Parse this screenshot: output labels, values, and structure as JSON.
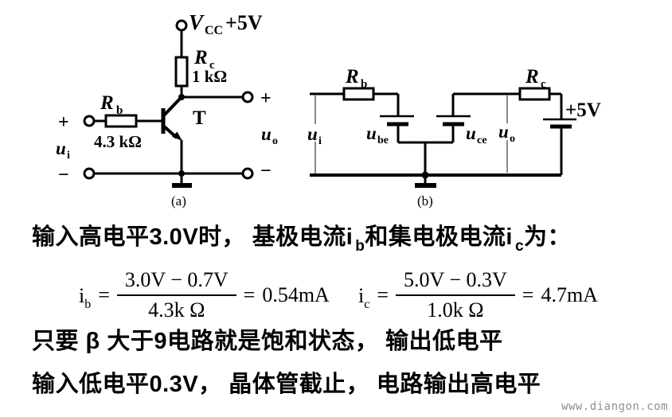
{
  "circuit_a": {
    "vcc_v": "V",
    "vcc_sub": "CC",
    "vcc_supply": "+5V",
    "rc_r": "R",
    "rc_sub": "c",
    "rc_value": "1 kΩ",
    "rb_r": "R",
    "rb_sub": "b",
    "rb_value": "4.3 kΩ",
    "transistor": "T",
    "in_plus": "+",
    "in_minus": "−",
    "ui_u": "u",
    "ui_sub": "i",
    "out_plus": "+",
    "out_minus": "−",
    "uo_u": "u",
    "uo_sub": "o",
    "caption": "(a)"
  },
  "circuit_b": {
    "rb_r": "R",
    "rb_sub": "b",
    "rc_r": "R",
    "rc_sub": "c",
    "supply": "+5V",
    "ui_u": "u",
    "ui_sub": "i",
    "ube_u": "u",
    "ube_sub": "be",
    "uce_u": "u",
    "uce_sub": "ce",
    "uo_u": "u",
    "uo_sub": "o",
    "caption": "(b)"
  },
  "text": {
    "line1_a": "输入高电平3.0V时， 基极电流i",
    "line1_sub_b": "b",
    "line1_b": "和集电极电流i",
    "line1_sub_c": "c",
    "line1_c": "为：",
    "line2": "只要 β 大于9电路就是饱和状态， 输出低电平",
    "line3": "输入低电平0.3V， 晶体管截止， 电路输出高电平",
    "watermark": "www.diangon.com"
  },
  "formulas": {
    "ib": {
      "lhs": "i",
      "lhs_sub": "b",
      "eq": "=",
      "num": "3.0V − 0.7V",
      "den": "4.3k Ω",
      "eq2": "=",
      "result": "0.54mA"
    },
    "ic": {
      "lhs": "i",
      "lhs_sub": "c",
      "eq": "=",
      "num": "5.0V − 0.3V",
      "den": "1.0k Ω",
      "eq2": "=",
      "result": "4.7mA"
    }
  }
}
